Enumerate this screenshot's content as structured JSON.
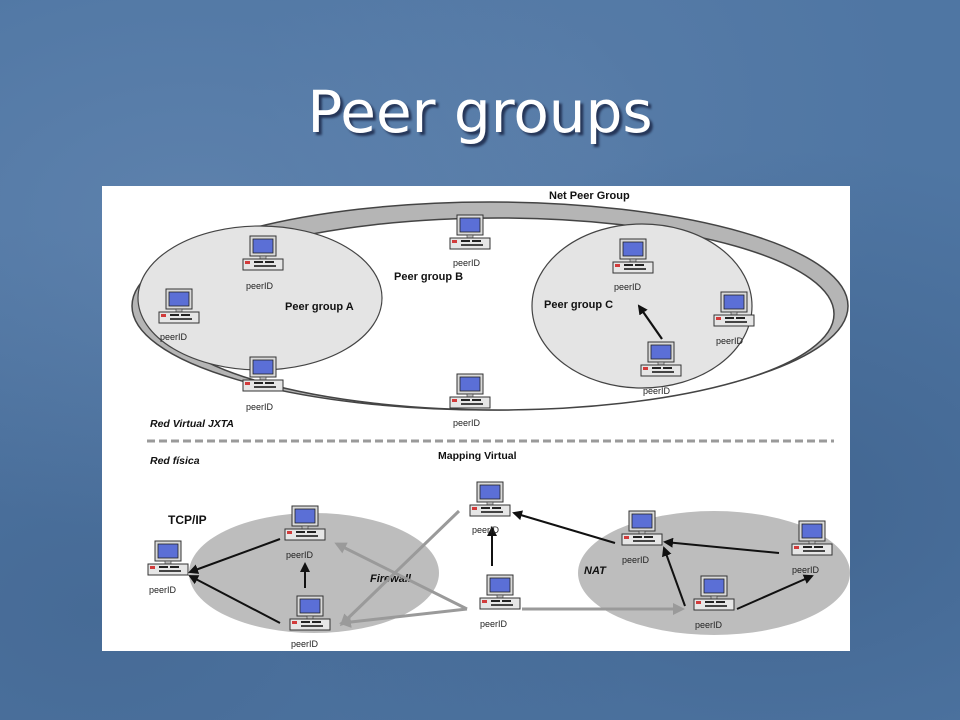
{
  "slide": {
    "title": "Peer groups"
  },
  "diagram": {
    "net_peer_group": "Net Peer Group",
    "peer_group_a": "Peer group A",
    "peer_group_b": "Peer group B",
    "peer_group_c": "Peer group C",
    "virtual_network": "Red Virtual JXTA",
    "physical_network": "Red física",
    "mapping": "Mapping Virtual",
    "tcpip": "TCP/IP",
    "firewall": "Firewall",
    "nat": "NAT",
    "peer_label": "peerID"
  }
}
